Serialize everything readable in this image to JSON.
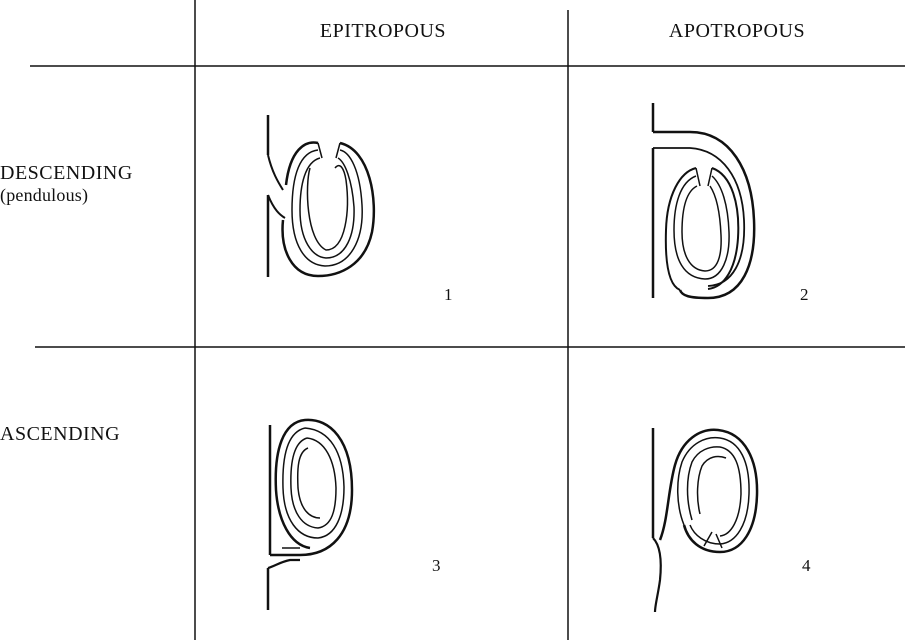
{
  "columns": {
    "epitropous": "EPITROPOUS",
    "apotropous": "APOTROPOUS"
  },
  "rows": {
    "descending": "DESCENDING",
    "descending_sub": "(pendulous)",
    "ascending": "ASCENDING"
  },
  "figures": [
    {
      "number": "1",
      "icon": "ovule-descending-epitropous-icon"
    },
    {
      "number": "2",
      "icon": "ovule-descending-apotropous-icon"
    },
    {
      "number": "3",
      "icon": "ovule-ascending-epitropous-icon"
    },
    {
      "number": "4",
      "icon": "ovule-ascending-apotropous-icon"
    }
  ]
}
